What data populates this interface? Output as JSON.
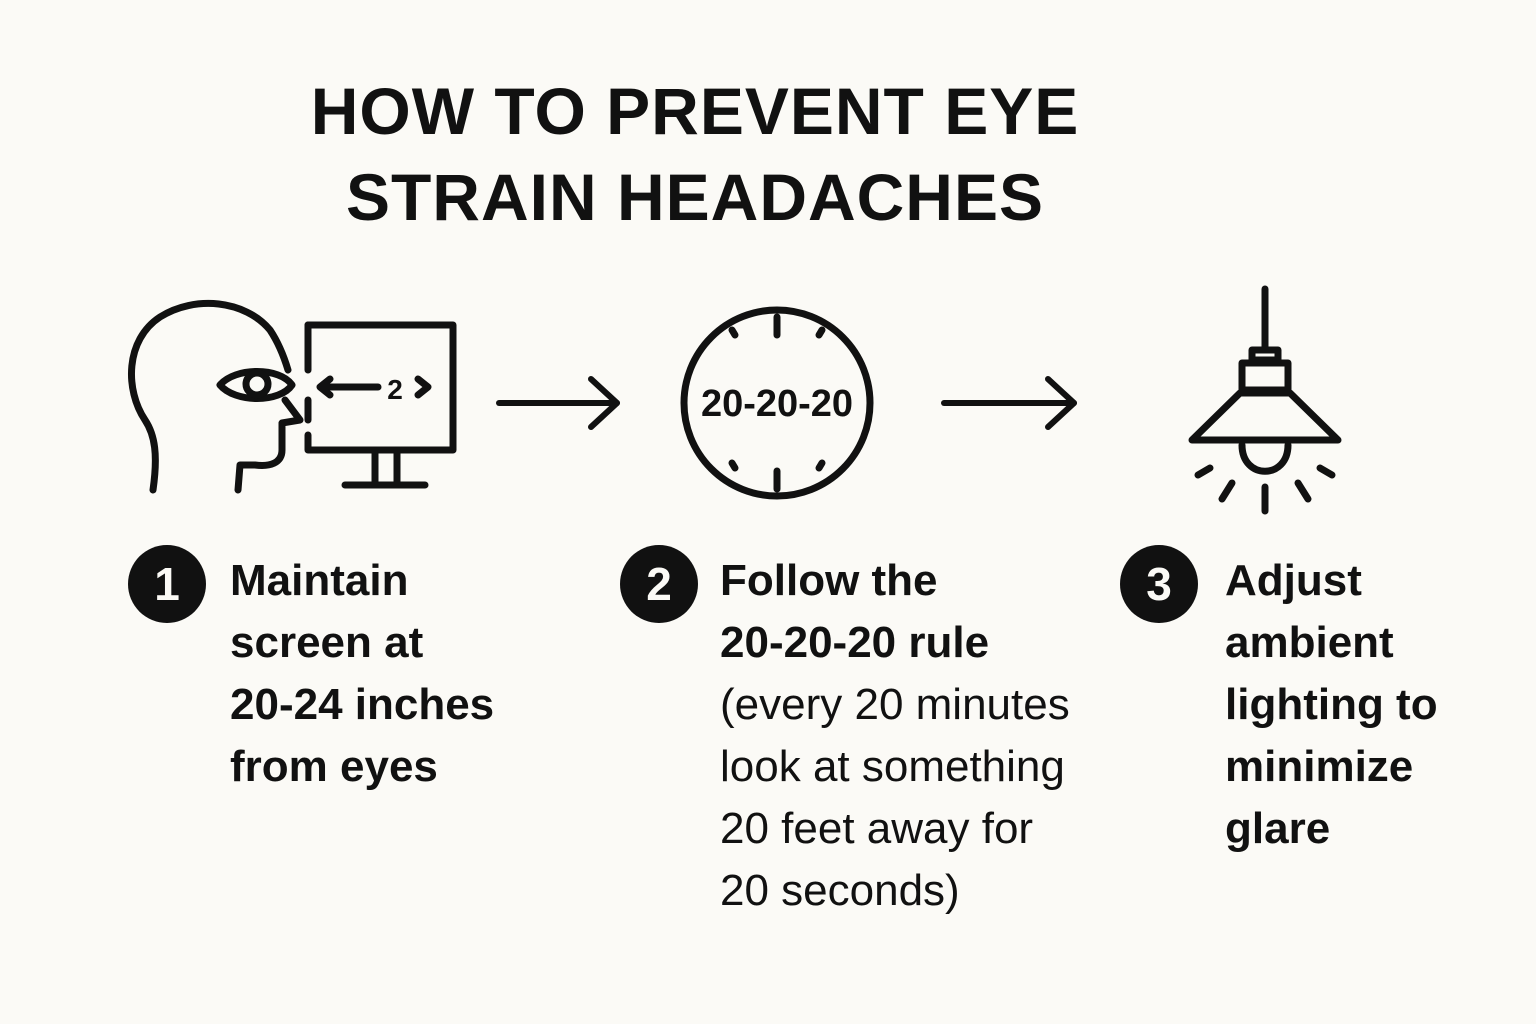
{
  "title": {
    "line1": "HOW TO PREVENT EYE",
    "line2": "STRAIN HEADACHES"
  },
  "icons": {
    "step1": "person-at-monitor-icon",
    "step2": "clock-icon",
    "step3": "ceiling-lamp-icon",
    "arrows": "arrow-right-icon"
  },
  "monitor_label": "2",
  "clock_label": "20-20-20",
  "steps": [
    {
      "number": "1",
      "lines": [
        "Maintain",
        "screen at",
        "20-24 inches",
        "from eyes"
      ]
    },
    {
      "number": "2",
      "lines": [
        "Follow the",
        "20-20-20 rule"
      ],
      "detail_lines": [
        "(every 20 minutes",
        "look at something",
        "20 feet away for",
        "20 seconds)"
      ]
    },
    {
      "number": "3",
      "lines": [
        "Adjust",
        "ambient",
        "lighting to",
        "minimize",
        "glare"
      ]
    }
  ],
  "colors": {
    "background": "#fbfaf6",
    "ink": "#111111"
  }
}
